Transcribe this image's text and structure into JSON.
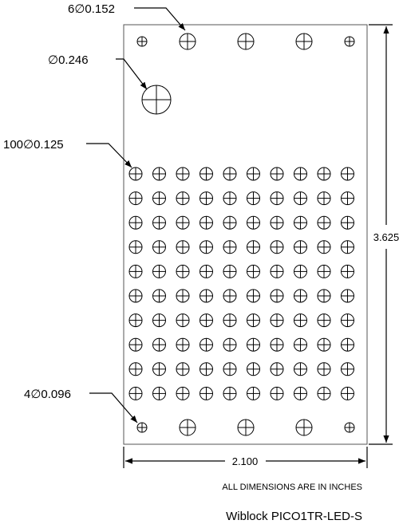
{
  "callouts": {
    "top_holes": "6∅0.152",
    "large_hole": "∅0.246",
    "led_holes": "100∅0.125",
    "corner_holes": "4∅0.096"
  },
  "dimensions": {
    "width": "2.100",
    "height": "3.625"
  },
  "notes": {
    "units": "ALL DIMENSIONS ARE IN INCHES",
    "part_name": "Wiblock PICO1TR-LED-S"
  },
  "grid": {
    "rows": 10,
    "columns": 10
  },
  "colors": {
    "line": "#000000",
    "background": "#ffffff"
  }
}
